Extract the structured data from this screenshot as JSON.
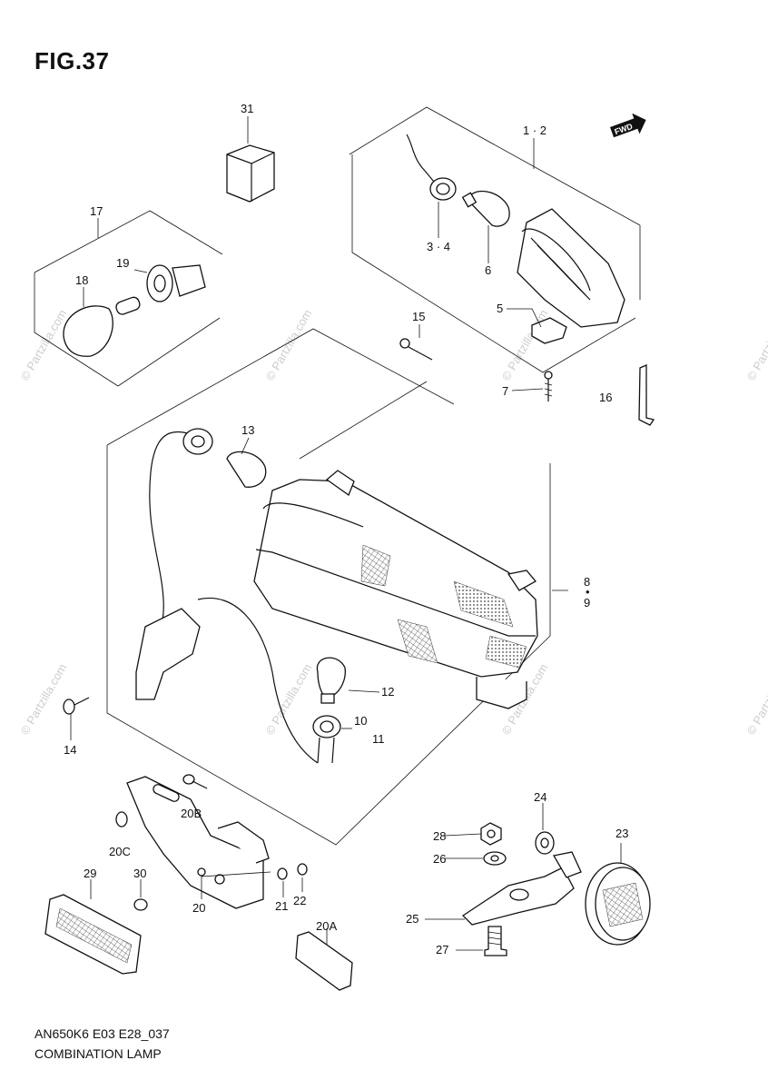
{
  "figure": {
    "title": "FIG.37",
    "code": "AN650K6 E03 E28_037",
    "name": "COMBINATION LAMP"
  },
  "watermark": "© Partzilla.com",
  "direction_badge": "FWD",
  "callouts": {
    "c31": "31",
    "c12a": "1 · 2",
    "c17": "17",
    "c19": "19",
    "c18": "18",
    "c34": "3 · 4",
    "c6": "6",
    "c5": "5",
    "c15": "15",
    "c7": "7",
    "c16": "16",
    "c13": "13",
    "c8": "8",
    "c8dot": "•",
    "c9": "9",
    "c12": "12",
    "c10": "10",
    "c11": "11",
    "c14": "14",
    "c20B": "20B",
    "c20C": "20C",
    "c24": "24",
    "c28": "28",
    "c26": "26",
    "c23": "23",
    "c29": "29",
    "c30": "30",
    "c20": "20",
    "c21": "21",
    "c22": "22",
    "c20A": "20A",
    "c25": "25",
    "c27": "27"
  }
}
